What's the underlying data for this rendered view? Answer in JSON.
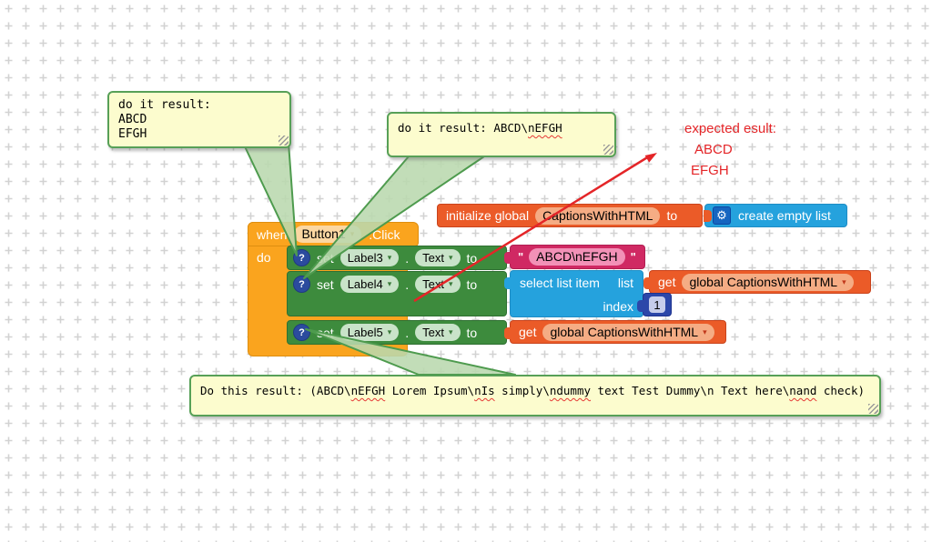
{
  "comment1": {
    "line1": "do it result:",
    "line2": "ABCD",
    "line3": "EFGH"
  },
  "comment2": {
    "parts": [
      "do it result: ABCD\\",
      "nEFGH"
    ]
  },
  "comment3": {
    "parts": [
      "Do this result: (ABCD\\",
      "nEFGH",
      " Lorem Ipsum\\",
      "nIs",
      " simply\\",
      "ndummy",
      " text Test Dummy\\n Text here\\",
      "nand",
      " check)"
    ]
  },
  "note": {
    "title": "expected esult:",
    "line2": "ABCD",
    "line3": "EFGH"
  },
  "init_block": {
    "label1": "initialize global",
    "name": "CaptionsWithHTML",
    "label2": "to"
  },
  "create_list_block": {
    "label": "create empty list"
  },
  "when_block": {
    "when": "when",
    "component": "Button1",
    "event": ".Click",
    "do": "do"
  },
  "set_rows": [
    {
      "set": "set",
      "component": "Label3",
      "dot": ".",
      "property": "Text",
      "to": "to"
    },
    {
      "set": "set",
      "component": "Label4",
      "dot": ".",
      "property": "Text",
      "to": "to"
    },
    {
      "set": "set",
      "component": "Label5",
      "dot": ".",
      "property": "Text",
      "to": "to"
    }
  ],
  "text_block": {
    "open_quote": "\"",
    "value": "ABCD\\nEFGH",
    "close_quote": "\""
  },
  "select_block": {
    "label": "select list item",
    "list": "list",
    "index": "index"
  },
  "get_block_row2": {
    "get": "get",
    "variable": "global CaptionsWithHTML"
  },
  "get_block_row3": {
    "get": "get",
    "variable": "global CaptionsWithHTML"
  },
  "number_block": {
    "value": "1"
  },
  "icons": {
    "dropdown": "▾",
    "gear": "⚙",
    "help": "?"
  },
  "colors": {
    "event_orange": "#FAA41E",
    "setter_green": "#3D8B3D",
    "text_magenta": "#D02963",
    "list_blue": "#25A2DD",
    "variable_orange": "#EB5B28",
    "math_blue": "#2C47A9",
    "comment_fill": "#FCFCCE",
    "comment_border": "#57A057",
    "annotation_red": "#E42528"
  }
}
